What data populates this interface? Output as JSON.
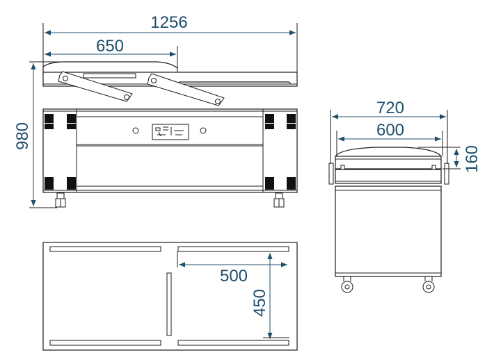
{
  "colors": {
    "dimension": "#1f4e6b",
    "outline": "#1a1a1a",
    "background": "#ffffff"
  },
  "front_view": {
    "overall_width": "1256",
    "lid_width": "650",
    "height": "980"
  },
  "side_view": {
    "outer_width": "720",
    "inner_width": "600",
    "lid_height": "160"
  },
  "top_view": {
    "chamber_length": "500",
    "chamber_depth": "450"
  }
}
